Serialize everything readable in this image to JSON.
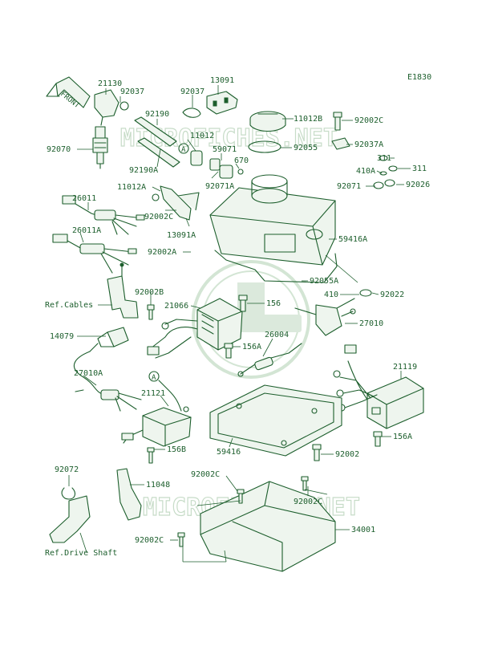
{
  "diagram": {
    "code": "E1830",
    "front_label": "FRONT",
    "watermark": [
      "MICROFICHES.NET",
      "MICROFICHES.NET"
    ],
    "labels": {
      "p21130": "21130",
      "p92037_top": "92037",
      "p92037_mid": "92037",
      "p13091": "13091",
      "p92190": "92190",
      "p11012": "11012",
      "p11012b": "11012B",
      "p92002c_top": "92002C",
      "p92037a": "92037A",
      "p92070": "92070",
      "p59071": "59071",
      "p670": "670",
      "p92055": "92055",
      "p311_a": "311",
      "p311_b": "311",
      "p410a": "410A",
      "p92190a": "92190A",
      "p11012a": "11012A",
      "p92071a": "92071A",
      "p92071": "92071",
      "p92026": "92026",
      "p26011": "26011",
      "p92002c_mid": "92002C",
      "p13091a": "13091A",
      "p26011a": "26011A",
      "p59416a": "59416A",
      "p92002a": "92002A",
      "p92055a": "92055A",
      "p92002b": "92002B",
      "ref_cables": "Ref.Cables",
      "p21066": "21066",
      "p156": "156",
      "p410": "410",
      "p92022": "92022",
      "p14079": "14079",
      "p26004": "26004",
      "p156a_mid": "156A",
      "p27010": "27010",
      "p27010a": "27010A",
      "p21119": "21119",
      "p21121": "21121",
      "p156a_right": "156A",
      "p156b": "156B",
      "p59416": "59416",
      "p92002": "92002",
      "p92072": "92072",
      "p11048": "11048",
      "p92002c_bot1": "92002C",
      "p92002c_bot2": "92002C",
      "p92002c_bot3": "92002C",
      "p34001": "34001",
      "ref_drive_shaft": "Ref.Drive Shaft",
      "callout_a": "A"
    }
  }
}
